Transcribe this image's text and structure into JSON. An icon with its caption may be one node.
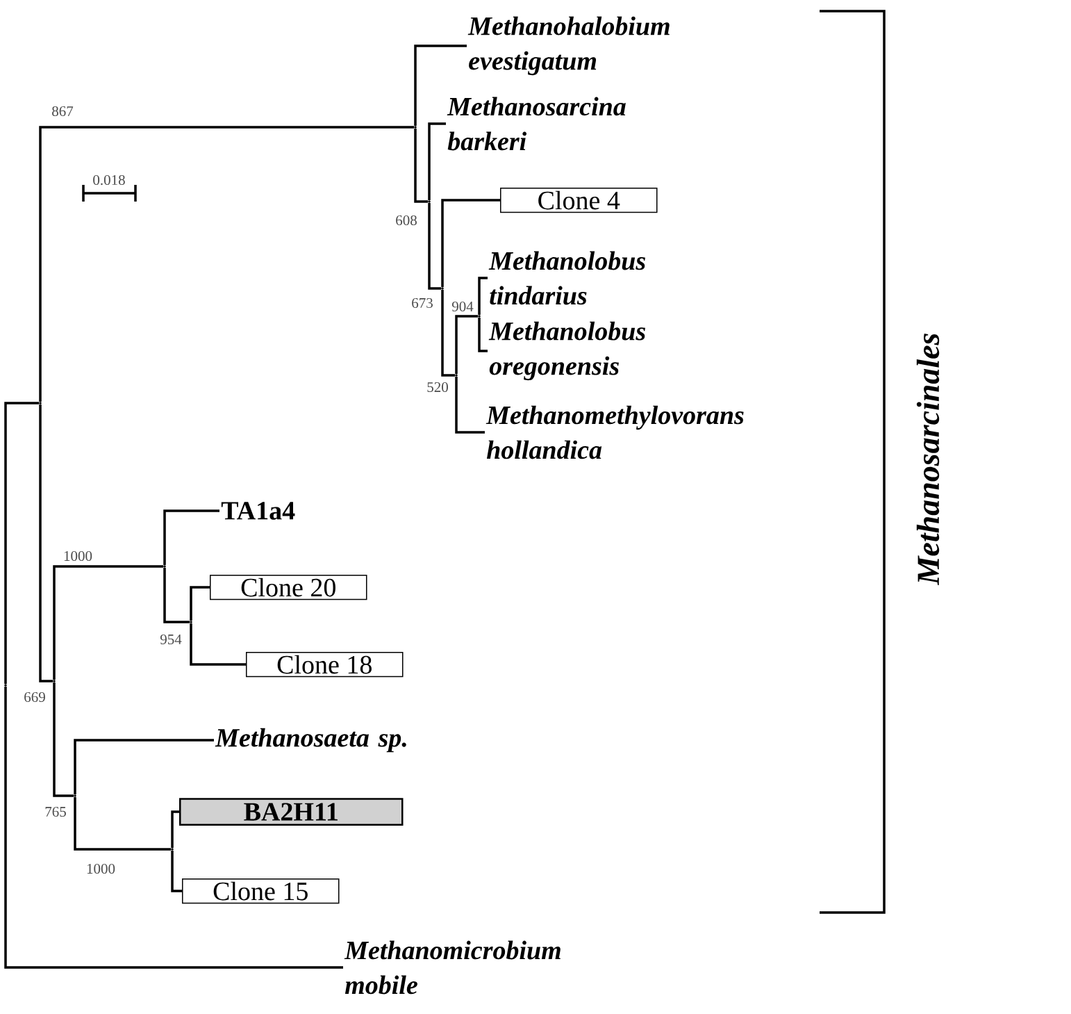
{
  "diagram": {
    "nodes": [
      {
        "text": [
          "Methanohalobium evestigatum"
        ]
      },
      {
        "text": [
          "Methanosarcina barkeri"
        ]
      },
      {
        "text": [
          "Clone 4"
        ]
      },
      {
        "text": [
          "Methanolobus tindarius"
        ]
      },
      {
        "text": [
          "Methanolobus oregonensis"
        ]
      },
      {
        "text": [
          "Methanomethylovorans hollandica"
        ]
      },
      {
        "text": [
          "TA1a4"
        ]
      },
      {
        "text": [
          "Clone 20"
        ]
      },
      {
        "text": [
          "Clone 18"
        ]
      },
      {
        "text": [
          "Methanosaeta sp."
        ]
      },
      {
        "text": [
          "BA2H11"
        ]
      },
      {
        "text": [
          "Clone 15"
        ]
      },
      {
        "text": [
          "Methanomicrobium mobile"
        ]
      },
      {
        "text": [],
        "shape": "point"
      },
      {
        "text": [],
        "shape": "point"
      },
      {
        "text": [],
        "shape": "point"
      },
      {
        "text": [],
        "shape": "point"
      },
      {
        "text": [],
        "shape": "point"
      },
      {
        "text": [],
        "shape": "point"
      },
      {
        "text": [],
        "shape": "point"
      },
      {
        "text": [],
        "shape": "point"
      },
      {
        "text": [],
        "shape": "point"
      },
      {
        "text": [],
        "shape": "point"
      },
      {
        "text": [],
        "shape": "point"
      },
      {
        "text": [],
        "shape": "point"
      }
    ],
    "edges": [
      {
        "from": 13,
        "to": 14,
        "arrow": "none"
      },
      {
        "from": 13,
        "to": 12,
        "arrow": "none"
      },
      {
        "from": 14,
        "to": 20,
        "arrow": "none",
        "label": "867"
      },
      {
        "from": 14,
        "to": 15,
        "arrow": "none",
        "label": "669"
      },
      {
        "from": 20,
        "to": 0,
        "arrow": "none"
      },
      {
        "from": 20,
        "to": 21,
        "arrow": "none",
        "label": "608"
      },
      {
        "from": 21,
        "to": 1,
        "arrow": "none"
      },
      {
        "from": 21,
        "to": 22,
        "arrow": "none",
        "label": "673"
      },
      {
        "from": 22,
        "to": 2,
        "arrow": "none"
      },
      {
        "from": 22,
        "to": 23,
        "arrow": "none",
        "label": "520"
      },
      {
        "from": 23,
        "to": 24,
        "arrow": "none",
        "label": "904"
      },
      {
        "from": 23,
        "to": 5,
        "arrow": "none"
      },
      {
        "from": 24,
        "to": 3,
        "arrow": "none"
      },
      {
        "from": 24,
        "to": 4,
        "arrow": "none"
      },
      {
        "from": 15,
        "to": 17,
        "arrow": "none",
        "label": "1000"
      },
      {
        "from": 15,
        "to": 16,
        "arrow": "none",
        "label": "765"
      },
      {
        "from": 17,
        "to": 6,
        "arrow": "none"
      },
      {
        "from": 17,
        "to": 19,
        "arrow": "none",
        "label": "954"
      },
      {
        "from": 19,
        "to": 7,
        "arrow": "none"
      },
      {
        "from": 19,
        "to": 8,
        "arrow": "none"
      },
      {
        "from": 16,
        "to": 9,
        "arrow": "none"
      },
      {
        "from": 16,
        "to": 18,
        "arrow": "none",
        "label": "1000"
      },
      {
        "from": 18,
        "to": 10,
        "arrow": "none"
      },
      {
        "from": 18,
        "to": 11,
        "arrow": "none"
      }
    ],
    "labels": [
      "0.018",
      "Methanosarcinales"
    ]
  }
}
